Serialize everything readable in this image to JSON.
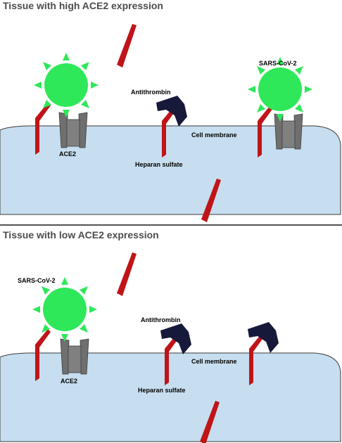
{
  "colors": {
    "membrane_fill": "#c6deef",
    "membrane_stroke": "#3a3a3a",
    "virus": "#2ee859",
    "receptor": "#6f6f6f",
    "heparan": "#c01418",
    "antithrombin": "#16193a",
    "divider": "#1a1a1a"
  },
  "icons": [
    "sars-cov-2-virus",
    "ace2-receptor",
    "heparan-sulfate-chain",
    "antithrombin-molecule"
  ],
  "panels": [
    {
      "title": "Tissue with high ACE2 expression",
      "labels": {
        "ace2": "ACE2",
        "antithrombin": "Antithrombin",
        "cell_membrane": "Cell membrane",
        "heparan_sulfate": "Heparan sulfate",
        "sars_cov_2": "SARS-CoV-2"
      }
    },
    {
      "title": "Tissue with low ACE2 expression",
      "labels": {
        "sars_cov_2": "SARS-CoV-2",
        "antithrombin": "Antithrombin",
        "cell_membrane": "Cell membrane",
        "ace2": "ACE2",
        "heparan_sulfate": "Heparan sulfate"
      }
    }
  ]
}
